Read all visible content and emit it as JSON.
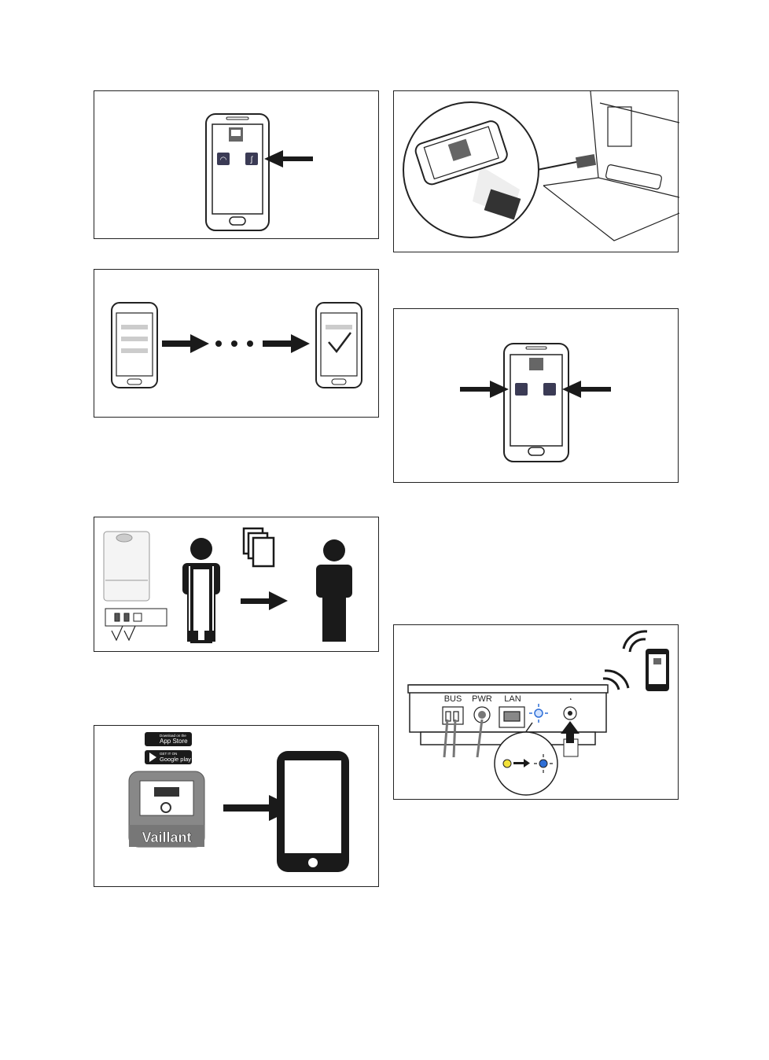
{
  "figures": {
    "fig_app_button": {
      "id": "panel-app-button"
    },
    "fig_qr_scan": {
      "id": "panel-qr-scan"
    },
    "fig_progress": {
      "id": "panel-progress"
    },
    "fig_two_buttons": {
      "id": "panel-two-buttons"
    },
    "fig_handover": {
      "id": "panel-handover"
    },
    "fig_router": {
      "ports": {
        "bus": "BUS",
        "pwr": "PWR",
        "lan": "LAN"
      },
      "led_from_color": "#f3e23a",
      "led_to_color": "#2f6fd6"
    },
    "fig_download": {
      "appstore_small": "Download on the",
      "appstore_big": "App Store",
      "googleplay_small": "GET IT ON",
      "googleplay_big": "Google play",
      "brand": "Vaillant"
    }
  },
  "colors": {
    "line": "#222222",
    "arrow": "#1a1a1a",
    "icon_bg": "#3b3b55"
  }
}
